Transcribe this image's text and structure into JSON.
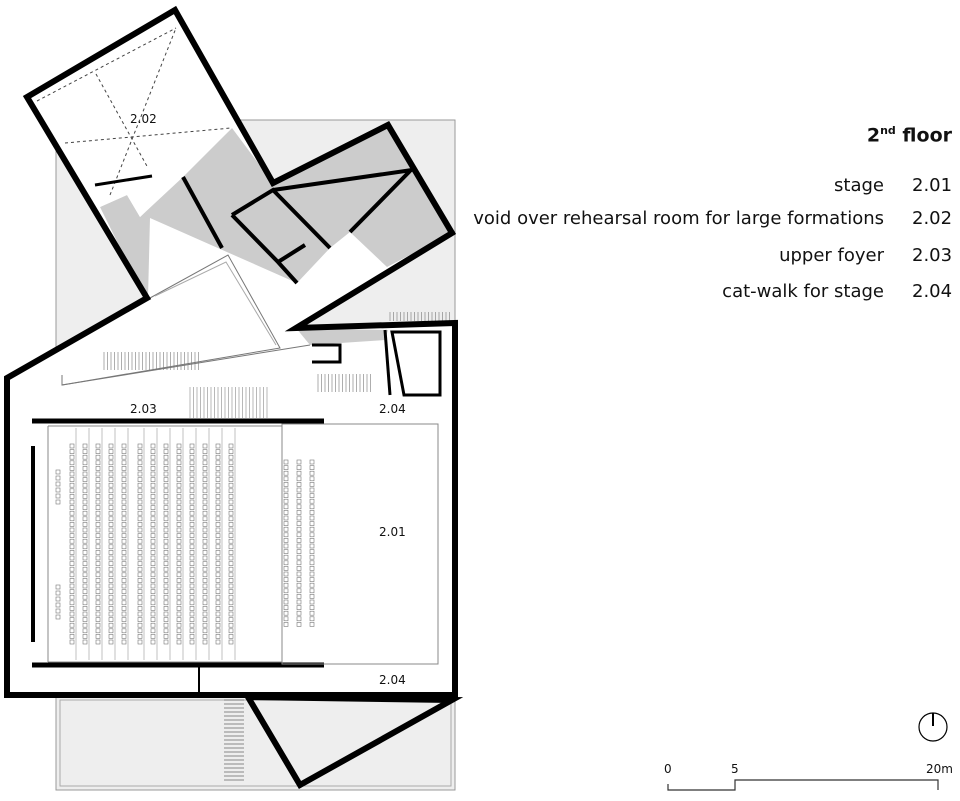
{
  "legend": {
    "title_main": "2",
    "title_sup": "nd",
    "title_rest": " floor",
    "items": [
      {
        "name": "stage",
        "code": "2.01"
      },
      {
        "name": "void over rehearsal room for large formations",
        "code": "2.02"
      },
      {
        "name": "upper foyer",
        "code": "2.03"
      },
      {
        "name": "cat-walk for stage",
        "code": "2.04"
      }
    ]
  },
  "plan_labels": {
    "room_202": "2.02",
    "room_203": "2.03",
    "room_204_top": "2.04",
    "room_201": "2.01",
    "room_204_bottom": "2.04"
  },
  "scale_bar": {
    "tick_0": "0",
    "tick_5": "5",
    "tick_20": "20m"
  },
  "north_arrow_icon": "north-arrow-icon",
  "colors": {
    "wall": "#000000",
    "fill_gray": "#cccccc",
    "terrace": "#eeeeee"
  }
}
